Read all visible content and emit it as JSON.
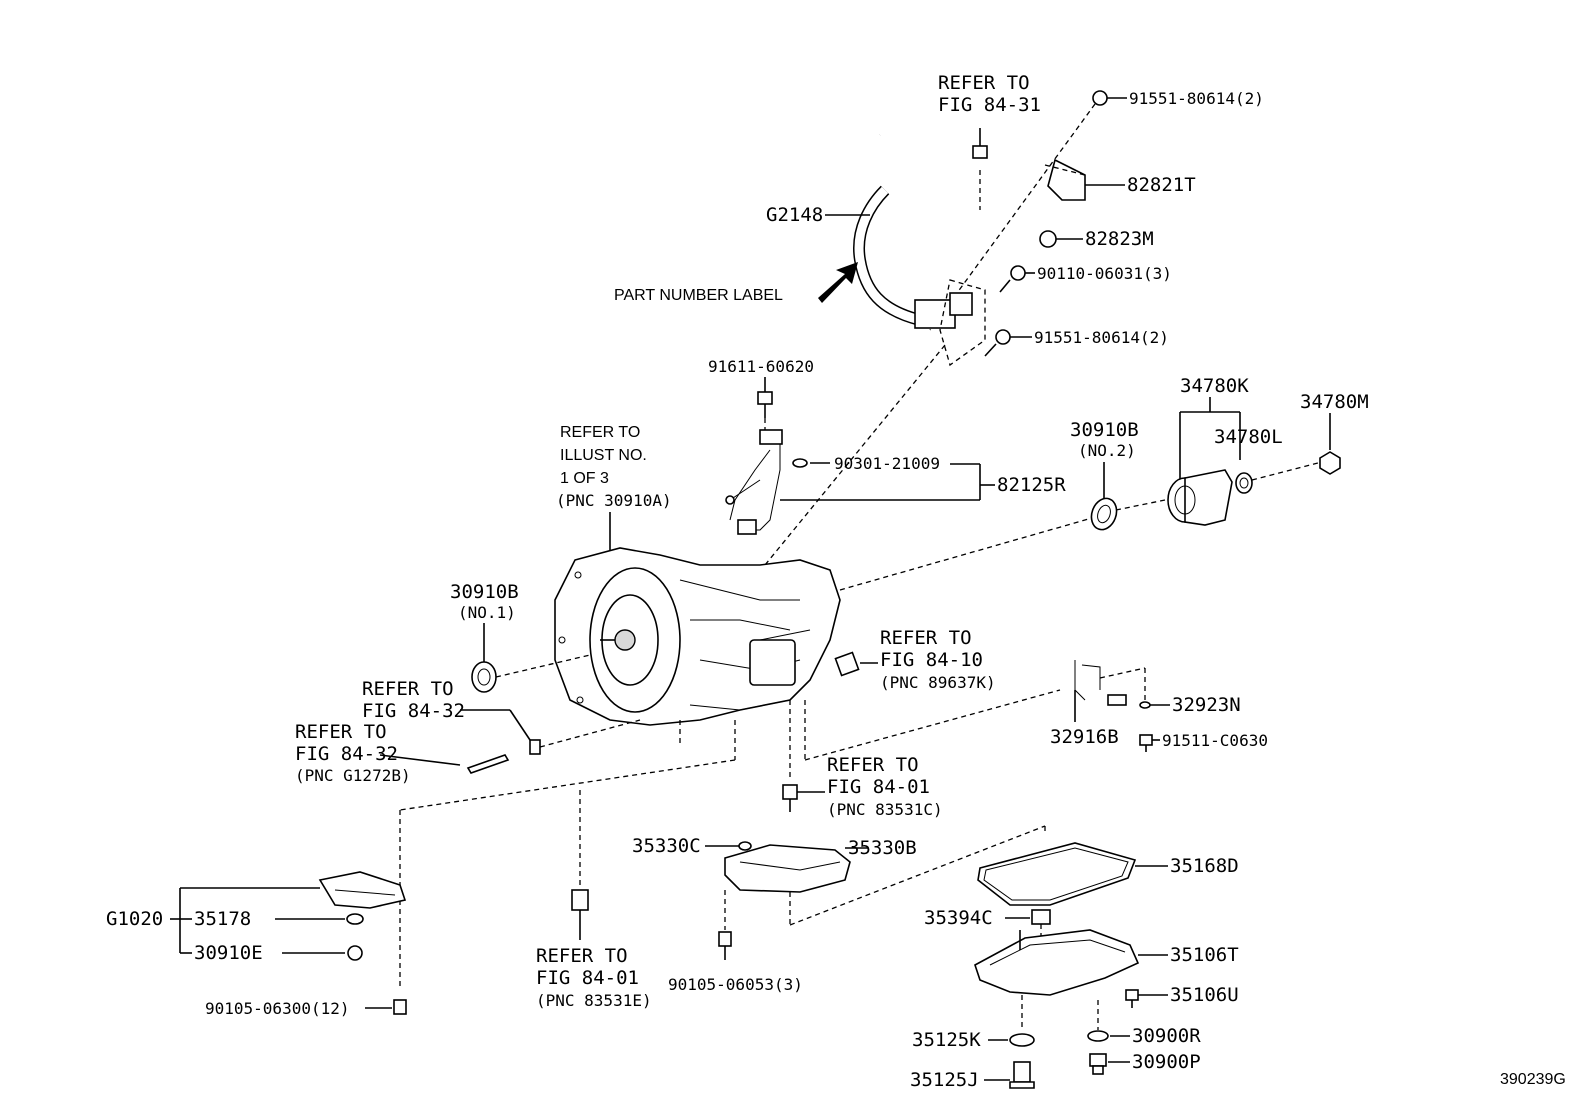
{
  "diagram": {
    "figure_code": "390239G",
    "callouts": {
      "refer_fig_84_31_l1": "REFER TO",
      "refer_fig_84_31_l2": "FIG 84-31",
      "p91551_80614_top": "91551-80614(2)",
      "p82821T": "82821T",
      "pG2148": "G2148",
      "p82823M": "82823M",
      "p90110_06031": "90110-06031(3)",
      "part_number_label": "PART NUMBER LABEL",
      "p91551_80614_bot": "91551-80614(2)",
      "p91611_60620": "91611-60620",
      "refer_illust_l1": "REFER TO",
      "refer_illust_l2": "ILLUST NO.",
      "refer_illust_l3": "1 OF 3",
      "refer_illust_l4": "(PNC 30910A)",
      "p90301_21009": "90301-21009",
      "p82125R": "82125R",
      "p34780K": "34780K",
      "p34780M": "34780M",
      "p30910B_no2": "30910B",
      "no2": "(NO.2)",
      "p34780L": "34780L",
      "p30910B_no1": "30910B",
      "no1": "(NO.1)",
      "refer_fig_84_10_l1": "REFER TO",
      "refer_fig_84_10_l2": "FIG 84-10",
      "refer_fig_84_10_l3": "(PNC 89637K)",
      "refer_fig_84_32a_l1": "REFER TO",
      "refer_fig_84_32a_l2": "FIG 84-32",
      "refer_fig_84_32b_l1": "REFER TO",
      "refer_fig_84_32b_l2": "FIG 84-32",
      "refer_fig_84_32b_l3": "(PNC G1272B)",
      "p32923N": "32923N",
      "p32916B": "32916B",
      "p91511_C0630": "91511-C0630",
      "refer_fig_84_01a_l1": "REFER TO",
      "refer_fig_84_01a_l2": "FIG 84-01",
      "refer_fig_84_01a_l3": "(PNC 83531C)",
      "p35330C": "35330C",
      "p35330B": "35330B",
      "p35168D": "35168D",
      "pG1020": "G1020",
      "p35178": "35178",
      "p30910E": "30910E",
      "p35394C": "35394C",
      "p35106T": "35106T",
      "refer_fig_84_01b_l1": "REFER TO",
      "refer_fig_84_01b_l2": "FIG 84-01",
      "refer_fig_84_01b_l3": "(PNC 83531E)",
      "p90105_06053": "90105-06053(3)",
      "p35106U": "35106U",
      "p90105_06300": "90105-06300(12)",
      "p35125K": "35125K",
      "p30900R": "30900R",
      "p35125J": "35125J",
      "p30900P": "30900P"
    }
  }
}
